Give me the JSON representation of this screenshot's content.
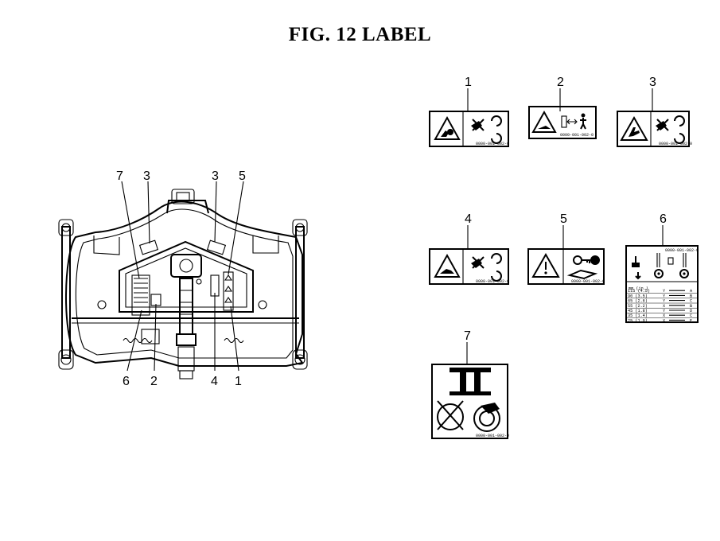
{
  "figure": {
    "title": "FIG. 12  LABEL"
  },
  "diagram_callouts": [
    {
      "label": "7"
    },
    {
      "label": "3"
    },
    {
      "label": "3"
    },
    {
      "label": "5"
    },
    {
      "label": "6"
    },
    {
      "label": "2"
    },
    {
      "label": "4"
    },
    {
      "label": "1"
    }
  ],
  "labels": [
    {
      "number": "1",
      "icon": "warning-triangle-hand-hazard-icon",
      "code": "0000-001-002-0"
    },
    {
      "number": "2",
      "icon": "warning-triangle-hand-distance-icon",
      "code": "0000-001-002-0"
    },
    {
      "number": "3",
      "icon": "warning-triangle-foot-hazard-icon",
      "code": "0000-001-002-0"
    },
    {
      "number": "4",
      "icon": "warning-triangle-hand-blade-icon",
      "code": "0000-001-002-0"
    },
    {
      "number": "5",
      "icon": "warning-triangle-read-manual-icon",
      "code": "0000-001-002-0"
    },
    {
      "number": "6",
      "icon": "cutting-height-table-icon",
      "code": "0000-001-002-0",
      "header": "mm (in.)",
      "rows": [
        [
          "115 (4.5)",
          "Y",
          "A"
        ],
        [
          "90 (3.5)",
          "Y",
          "B"
        ],
        [
          "65 (2.6)",
          "Y",
          "C"
        ],
        [
          "55 (2.2)",
          "X",
          "B"
        ],
        [
          "45 (1.8)",
          "Y",
          "D"
        ],
        [
          "35 (1.4)",
          "X",
          "C"
        ],
        [
          "25 (1.0)",
          "X",
          "E"
        ]
      ]
    },
    {
      "number": "7",
      "icon": "belt-guard-warning-icon",
      "code": "0000-001-002-0"
    }
  ]
}
